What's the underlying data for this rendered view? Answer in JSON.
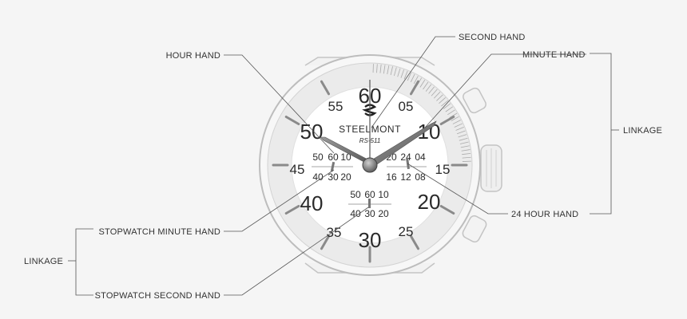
{
  "labels": {
    "hour_hand": "HOUR HAND",
    "second_hand": "SECOND HAND",
    "minute_hand": "MINUTE HAND",
    "linkage_right": "LINKAGE",
    "hour24_hand": "24 HOUR HAND",
    "stopwatch_minute_hand": "STOPWATCH MINUTE HAND",
    "linkage_left": "LINKAGE",
    "stopwatch_second_hand": "STOPWATCH SECOND HAND"
  },
  "brand": {
    "name": "STEELMONT",
    "model": "RS-511"
  },
  "dial": {
    "n60": "60",
    "n05": "05",
    "n10": "10",
    "n15": "15",
    "n20": "20",
    "n25": "25",
    "n30": "30",
    "n35": "35",
    "n40": "40",
    "n45": "45",
    "n50": "50",
    "n55": "55"
  },
  "subdials": {
    "left": {
      "top_l": "50",
      "top_m": "60",
      "top_r": "10",
      "bot_l": "40",
      "bot_m": "30",
      "bot_r": "20"
    },
    "right": {
      "top_l": "20",
      "top_m": "24",
      "top_r": "04",
      "bot_l": "16",
      "bot_m": "12",
      "bot_r": "08"
    },
    "bottom": {
      "top_l": "50",
      "top_m": "60",
      "top_r": "10",
      "bot_l": "40",
      "bot_m": "30",
      "bot_r": "20"
    }
  },
  "colors": {
    "case": "#bdbdbd",
    "bezel": "#ececec",
    "dial": "#ffffff",
    "hand": "#6a6a6a",
    "text": "#2a2a2a"
  }
}
